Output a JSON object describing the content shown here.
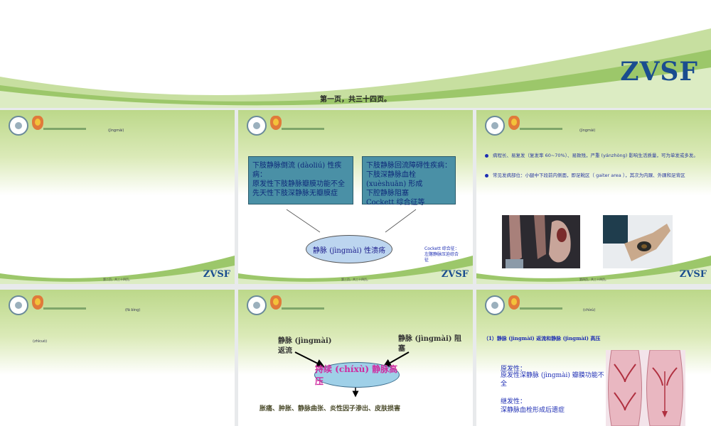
{
  "header": {
    "brand": "ZVSF",
    "page_label": "第一页，共三十四页。"
  },
  "slides": {
    "s1": {
      "title_tag": "(jìngmài)",
      "brand": "ZVSF",
      "footer": "第二页，共三十四页。"
    },
    "s2": {
      "box_left": [
        "下肢静脉倒流 (dàoliú) 性疾病：",
        "原发性下肢静脉瓣膜功能不全",
        "先天性下肢深静脉无瓣膜症"
      ],
      "box_right": [
        "下肢静脉回流障碍性疾病：",
        "下肢深静脉血栓 (xuèshuān) 形成",
        "下腔静脉阻塞",
        "Cockett 综合征等"
      ],
      "oval": "静脉 (jìngmài) 性溃疡",
      "note": [
        "Cockett 综合征：",
        "左髂静脉压迫综合",
        "征"
      ],
      "brand": "ZVSF",
      "footer": "第三页，共三十四页。"
    },
    "s3": {
      "title_tag": "(jìngmài)",
      "bullets": [
        "病程长、易复发（复发率 60~70%）、易致残，严重 (yánzhòng) 影响生活质量，可为单发或多发。",
        "常见发病部位：小腿中下段前内侧面，即足靴区（ gaiter  area ），其次为内踝、外踝和足背区"
      ],
      "brand": "ZVSF",
      "footer": "第四页，共三十四页。"
    },
    "s4": {
      "title_tag": "(fā bìng)",
      "sub_tag": "(zhìcuò)"
    },
    "s5": {
      "left_label": [
        "静脉 (jìngmài)",
        "返流"
      ],
      "right_label": [
        "静脉 (jìngmài) 阻",
        "塞"
      ],
      "center": "持续 (chíxù) 静脉高压",
      "bottom": "胀痛、肿胀、静脉曲张、炎性因子渗出、皮肤损害"
    },
    "s6": {
      "title_tag": "(chíxù)",
      "heading": "（1）静脉 (jìngmài) 返流和静脉 (jìngmài) 高压",
      "p1_title": "原发性：",
      "p1_body": [
        "原发性深静脉 (jìngmài) 瓣膜功能不",
        "全"
      ],
      "p2_title": "继发性：",
      "p2_body": "深静脉血栓形成后遗症"
    }
  },
  "colors": {
    "brand": "#1a4d8f",
    "green": "#7fb24a",
    "box": "#4a90a6"
  }
}
